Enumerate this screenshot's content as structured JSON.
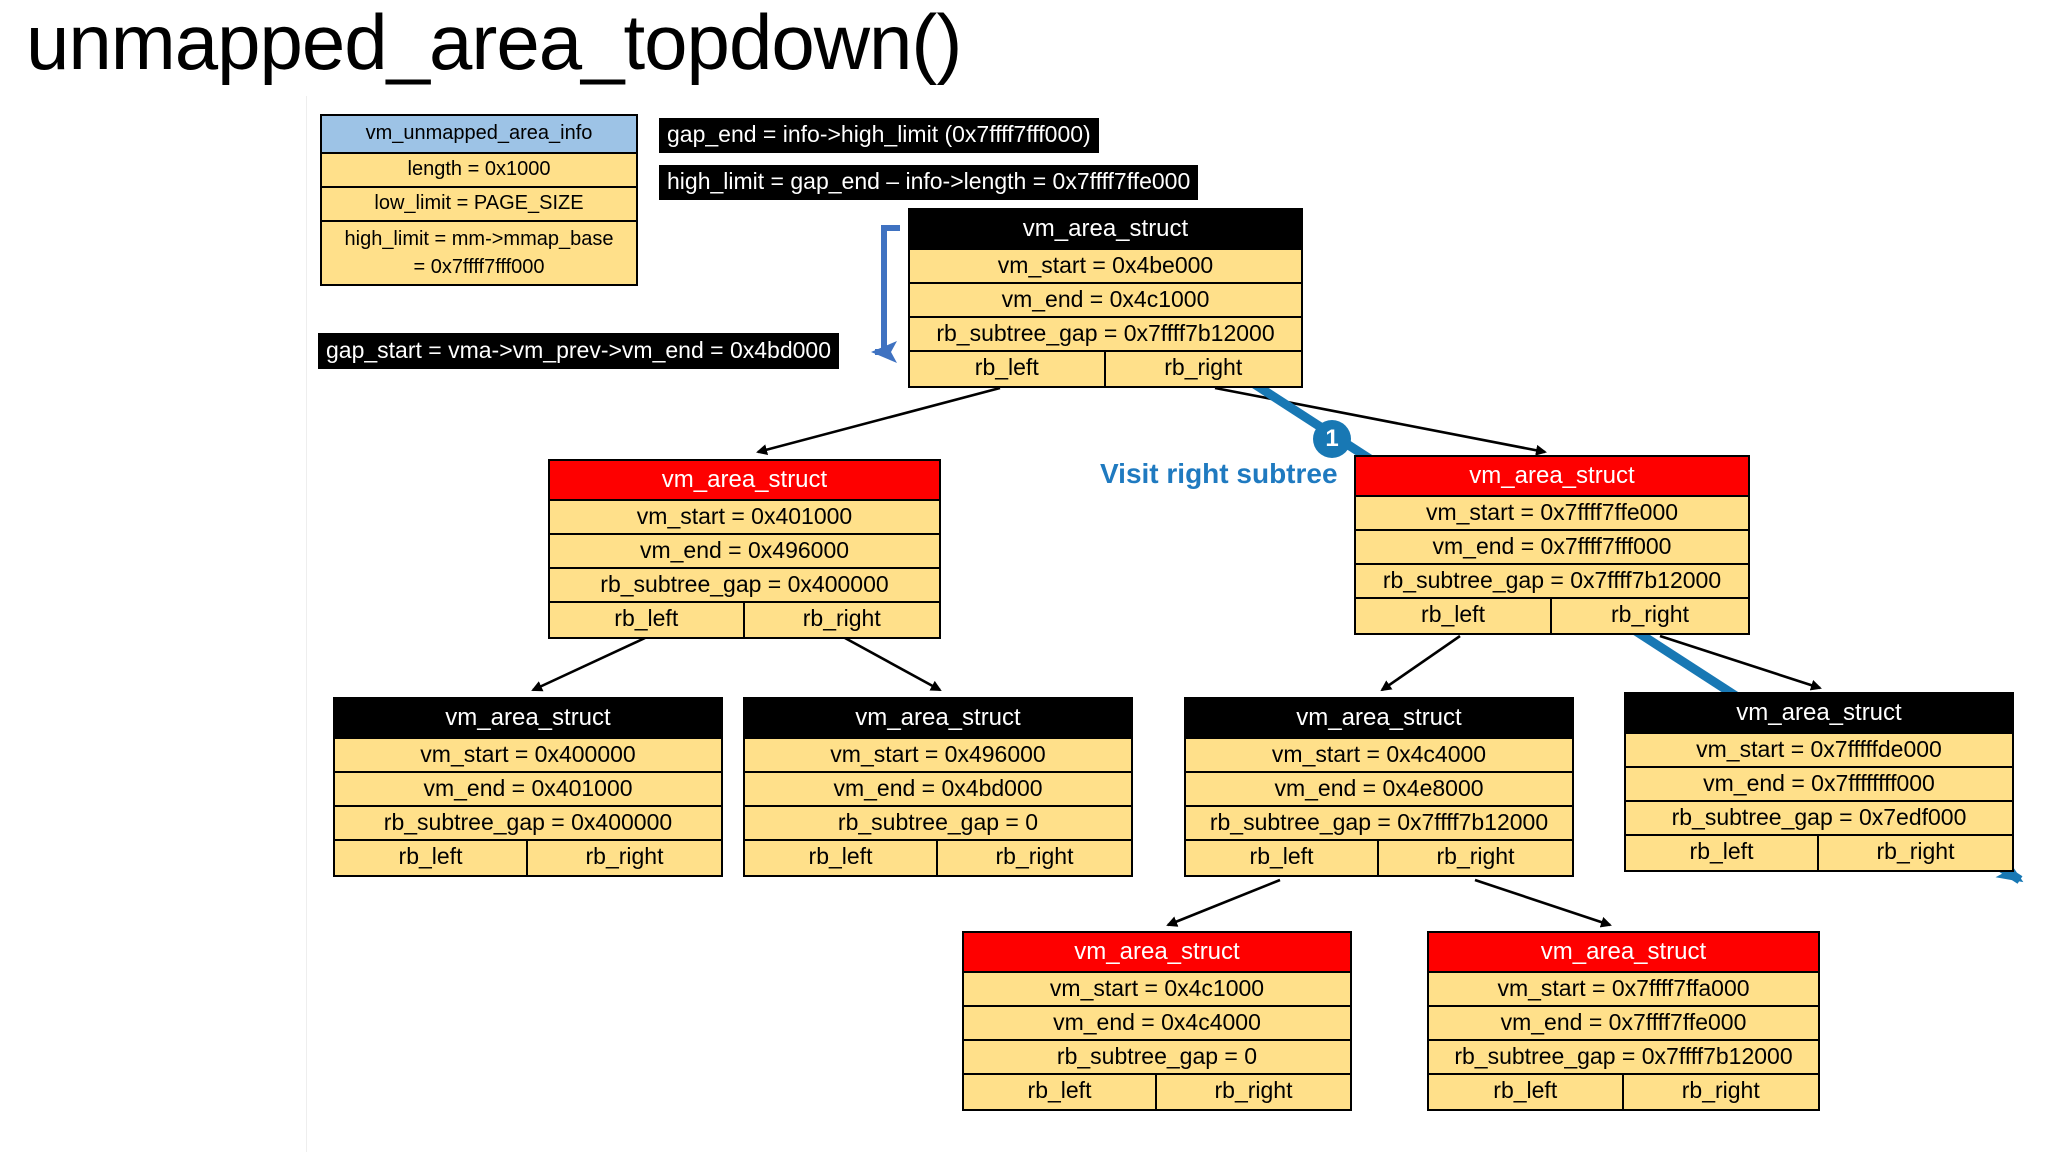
{
  "title": "unmapped_area_topdown()",
  "callouts": [
    {
      "id": "gap-end",
      "text": "gap_end = info->high_limit (0x7ffff7fff000)"
    },
    {
      "id": "high-limit",
      "text": "high_limit = gap_end – info->length = 0x7ffff7ffe000"
    },
    {
      "id": "gap-start",
      "text": "gap_start = vma->vm_prev->vm_end = 0x4bd000"
    }
  ],
  "visit_label": "Visit right subtree",
  "step_badge": "1",
  "colors": {
    "node_body": "#ffe08a",
    "header_black": "#000000",
    "header_red": "#fe0000",
    "header_blue": "#9dc3e6",
    "accent_blue": "#1878b4",
    "callout_bg": "#000000"
  },
  "info_box": {
    "title": "vm_unmapped_area_info",
    "rows": [
      "length = 0x1000",
      "low_limit = PAGE_SIZE",
      "high_limit = mm->mmap_base"
    ],
    "row_cont": "= 0x7ffff7fff000"
  },
  "field_labels": {
    "left": "rb_left",
    "right": "rb_right"
  },
  "nodes": [
    {
      "id": "root",
      "color": "black",
      "title": "vm_area_struct",
      "vm_start": "vm_start = 0x4be000",
      "vm_end": "vm_end = 0x4c1000",
      "gap": "rb_subtree_gap = 0x7ffff7b12000"
    },
    {
      "id": "l2-left",
      "color": "red",
      "title": "vm_area_struct",
      "vm_start": "vm_start = 0x401000",
      "vm_end": "vm_end = 0x496000",
      "gap": "rb_subtree_gap = 0x400000"
    },
    {
      "id": "l2-right",
      "color": "red",
      "title": "vm_area_struct",
      "vm_start": "vm_start = 0x7ffff7ffe000",
      "vm_end": "vm_end = 0x7ffff7fff000",
      "gap": "rb_subtree_gap = 0x7ffff7b12000"
    },
    {
      "id": "l3-a",
      "color": "black",
      "title": "vm_area_struct",
      "vm_start": "vm_start = 0x400000",
      "vm_end": "vm_end = 0x401000",
      "gap": "rb_subtree_gap = 0x400000"
    },
    {
      "id": "l3-b",
      "color": "black",
      "title": "vm_area_struct",
      "vm_start": "vm_start = 0x496000",
      "vm_end": "vm_end = 0x4bd000",
      "gap": "rb_subtree_gap = 0"
    },
    {
      "id": "l3-c",
      "color": "black",
      "title": "vm_area_struct",
      "vm_start": "vm_start = 0x4c4000",
      "vm_end": "vm_end = 0x4e8000",
      "gap": "rb_subtree_gap = 0x7ffff7b12000"
    },
    {
      "id": "l3-d",
      "color": "black",
      "title": "vm_area_struct",
      "vm_start": "vm_start = 0x7fffffde000",
      "vm_end": "vm_end = 0x7ffffffff000",
      "gap": "rb_subtree_gap = 0x7edf000"
    },
    {
      "id": "l4-a",
      "color": "red",
      "title": "vm_area_struct",
      "vm_start": "vm_start = 0x4c1000",
      "vm_end": "vm_end = 0x4c4000",
      "gap": "rb_subtree_gap = 0"
    },
    {
      "id": "l4-b",
      "color": "red",
      "title": "vm_area_struct",
      "vm_start": "vm_start = 0x7ffff7ffa000",
      "vm_end": "vm_end = 0x7ffff7ffe000",
      "gap": "rb_subtree_gap = 0x7ffff7b12000"
    }
  ]
}
